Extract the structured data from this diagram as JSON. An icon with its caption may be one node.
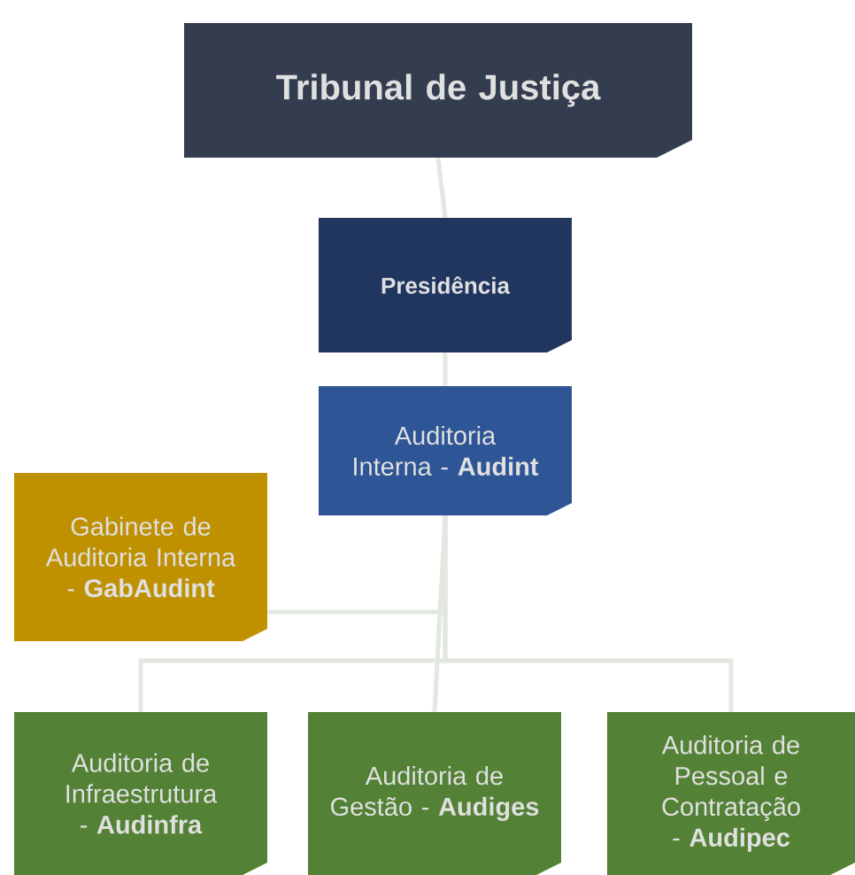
{
  "diagram": {
    "nodes": [
      {
        "text": [
          "Tribunal de Justiça"
        ]
      },
      {
        "text": [
          "Presidência"
        ]
      },
      {
        "text": [
          "Auditoria Interna - **Audint**"
        ]
      },
      {
        "text": [
          "Gabinete de Auditoria Interna - **GabAudint**"
        ]
      },
      {
        "text": [
          "Auditoria de Infraestrutura - **Audinfra**"
        ]
      },
      {
        "text": [
          "Auditoria de Gestão - **Audiges**"
        ]
      },
      {
        "text": [
          "Auditoria de Pessoal e Contratação - **Audipec**"
        ]
      }
    ],
    "edges": [
      {
        "from": 0,
        "to": 1,
        "arrow": "none"
      },
      {
        "from": 1,
        "to": 2,
        "arrow": "none"
      },
      {
        "from": 2,
        "to": 3,
        "arrow": "none"
      },
      {
        "from": 2,
        "to": 4,
        "arrow": "none"
      },
      {
        "from": 2,
        "to": 5,
        "arrow": "none"
      },
      {
        "from": 2,
        "to": 6,
        "arrow": "none"
      }
    ]
  }
}
